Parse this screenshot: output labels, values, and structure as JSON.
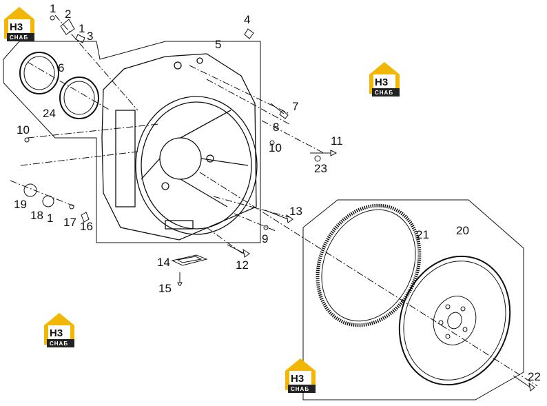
{
  "diagram": {
    "callouts": [
      "1",
      "2",
      "1",
      "3",
      "4",
      "5",
      "6",
      "24",
      "10",
      "7",
      "8",
      "10",
      "11",
      "23",
      "19",
      "18",
      "1",
      "17",
      "16",
      "13",
      "9",
      "12",
      "14",
      "15",
      "21",
      "20",
      "22"
    ]
  },
  "logo": {
    "mark": "H3",
    "subtext": "СНАБ"
  },
  "colors": {
    "line": "#111111",
    "logo_yellow": "#f2b705",
    "logo_dark": "#222222"
  }
}
